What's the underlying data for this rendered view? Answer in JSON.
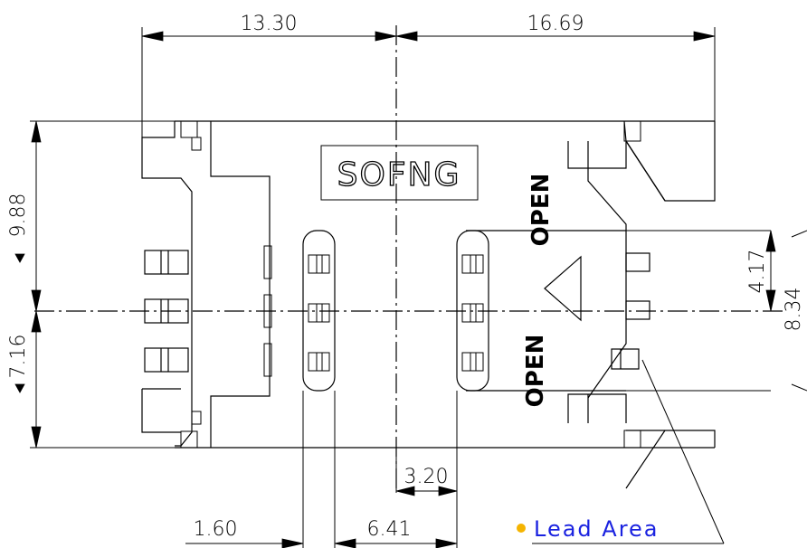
{
  "dimensions": {
    "top_left_width": "13.30",
    "top_right_width": "16.69",
    "left_upper_height": "9.88",
    "left_lower_height": "7.16",
    "right_inner_height": "4.17",
    "right_outer_height": "8.34",
    "bottom_gap": "3.20",
    "bottom_left": "1.60",
    "bottom_center": "6.41"
  },
  "markings": {
    "brand": "SOFNG",
    "open_upper": "OPEN",
    "open_lower": "OPEN"
  },
  "callout": {
    "label": "Lead Area",
    "bullet_color": "#f5b400",
    "text_color": "#1a22e0"
  }
}
